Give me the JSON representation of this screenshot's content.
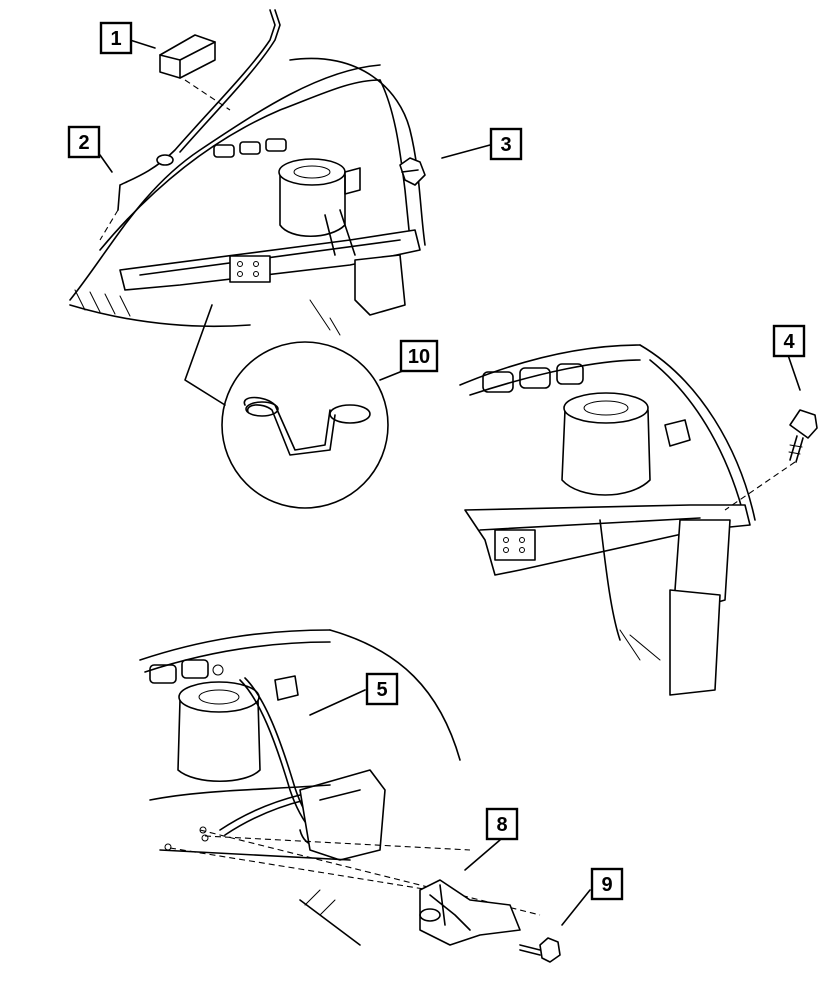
{
  "callouts": [
    {
      "id": "c1",
      "label": "1"
    },
    {
      "id": "c2",
      "label": "2"
    },
    {
      "id": "c3",
      "label": "3"
    },
    {
      "id": "c4",
      "label": "4"
    },
    {
      "id": "c5",
      "label": "5"
    },
    {
      "id": "c8",
      "label": "8"
    },
    {
      "id": "c9",
      "label": "9"
    },
    {
      "id": "c10",
      "label": "10"
    }
  ]
}
